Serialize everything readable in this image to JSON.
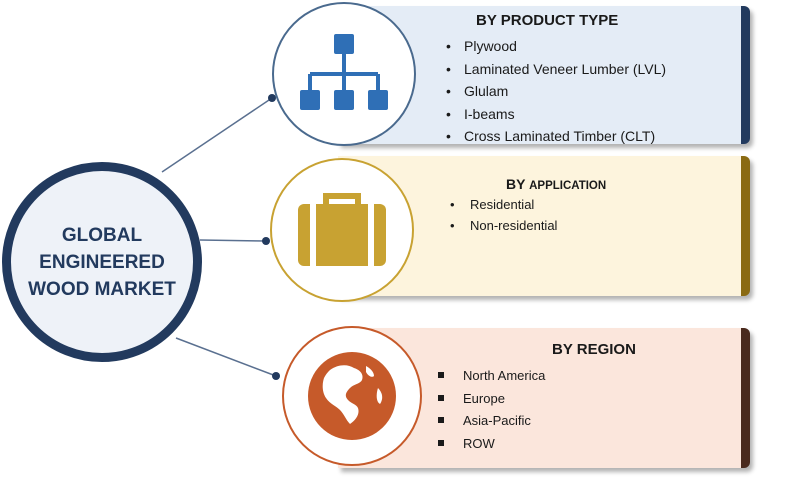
{
  "hub": {
    "title_lines": [
      "GLOBAL",
      "ENGINEERED",
      "WOOD MARKET"
    ]
  },
  "segments": [
    {
      "id": "product",
      "title": "BY PRODUCT TYPE",
      "icon": "hierarchy-icon",
      "accent": "#223a5e",
      "items": [
        "Plywood",
        "Laminated Veneer Lumber (LVL)",
        "Glulam",
        "I-beams",
        "Cross Laminated Timber (CLT)"
      ]
    },
    {
      "id": "application",
      "title_prefix": "BY",
      "title_suffix": "APPLICATION",
      "icon": "briefcase-icon",
      "accent": "#c8a232",
      "items": [
        "Residential",
        "Non-residential"
      ]
    },
    {
      "id": "region",
      "title": "BY REGION",
      "icon": "globe-icon",
      "accent": "#c65a2a",
      "items": [
        "North America",
        "Europe",
        "Asia-Pacific",
        "ROW"
      ]
    }
  ],
  "colors": {
    "navy": "#223a5e",
    "product_panel": "#e4ecf6",
    "application_panel": "#fdf4dd",
    "region_panel": "#fbe6dc",
    "product_icon": "#2f6fb6",
    "application_icon": "#c8a232",
    "region_icon": "#c65a2a"
  }
}
